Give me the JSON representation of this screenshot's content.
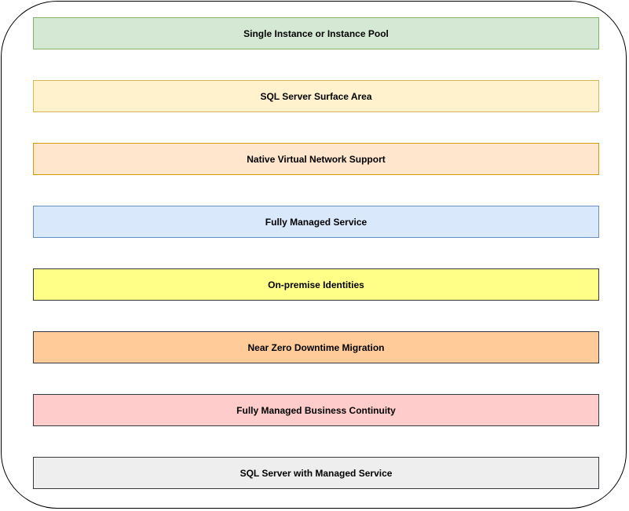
{
  "boxes": [
    {
      "label": "Single Instance or Instance Pool",
      "fill": "#d5e8d4",
      "stroke": "#82b366"
    },
    {
      "label": "SQL Server Surface Area",
      "fill": "#fff2cc",
      "stroke": "#d6b656"
    },
    {
      "label": "Native Virtual Network Support",
      "fill": "#ffe6cc",
      "stroke": "#d79b00"
    },
    {
      "label": "Fully Managed Service",
      "fill": "#dae8fc",
      "stroke": "#6c8ebf"
    },
    {
      "label": "On-premise Identities",
      "fill": "#ffff88",
      "stroke": "#36393d"
    },
    {
      "label": "Near Zero Downtime Migration",
      "fill": "#ffcc99",
      "stroke": "#36393d"
    },
    {
      "label": "Fully Managed Business Continuity",
      "fill": "#ffcccc",
      "stroke": "#36393d"
    },
    {
      "label": "SQL Server with Managed Service",
      "fill": "#eeeeee",
      "stroke": "#36393d"
    }
  ]
}
